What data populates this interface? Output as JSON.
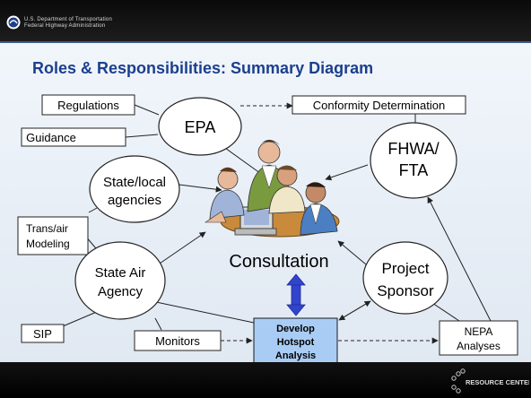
{
  "header": {
    "agency_line1": "U.S. Department of Transportation",
    "agency_line2": "Federal Highway Administration"
  },
  "title": "Roles & Responsibilities: Summary Diagram",
  "nodes": {
    "epa": "EPA",
    "fhwa_line1": "FHWA/",
    "fhwa_line2": "FTA",
    "state_local_line1": "State/local",
    "state_local_line2": "agencies",
    "state_air_line1": "State Air",
    "state_air_line2": "Agency",
    "project_sponsor_line1": "Project",
    "project_sponsor_line2": "Sponsor",
    "consultation": "Consultation"
  },
  "boxes": {
    "regulations": "Regulations",
    "guidance": "Guidance",
    "conformity_determination": "Conformity Determination",
    "transair_line1": "Trans/air",
    "transair_line2": "Modeling",
    "sip": "SIP",
    "monitors": "Monitors",
    "develop_line1": "Develop",
    "develop_line2": "Hotspot",
    "develop_line3": "Analysis",
    "nepa_line1": "NEPA",
    "nepa_line2": "Analyses"
  },
  "footer": {
    "logo_text": "RESOURCE CENTER"
  },
  "colors": {
    "title": "#1b3f8f",
    "develop_fill": "#a9ccf4",
    "double_arrow": "#3344cc"
  }
}
